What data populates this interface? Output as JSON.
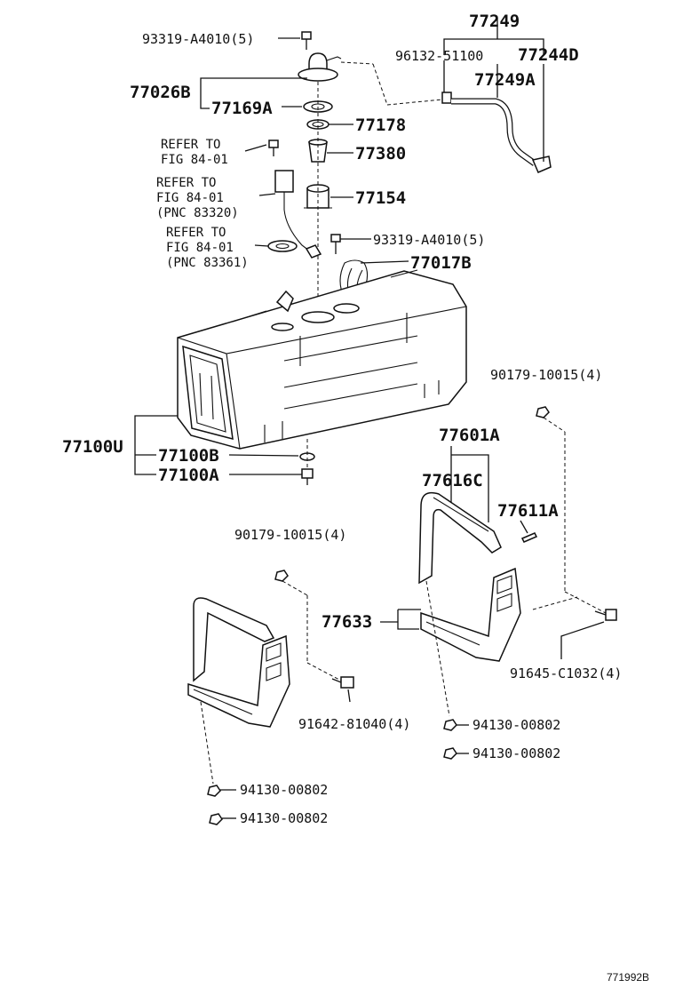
{
  "diagram_id": "771992B",
  "labels": {
    "p77249": "77249",
    "p93319_top": "93319-A4010(5)",
    "p96132": "96132-51100",
    "p77244D": "77244D",
    "p77249A": "77249A",
    "p77026B": "77026B",
    "p77169A": "77169A",
    "p77178": "77178",
    "p77380": "77380",
    "p77154": "77154",
    "ref1_line1": "REFER TO",
    "ref1_line2": "FIG 84-01",
    "ref2_line1": "REFER TO",
    "ref2_line2": "FIG  84-01",
    "ref2_line3": "(PNC 83320)",
    "ref3_line1": "REFER TO",
    "ref3_line2": "FIG 84-01",
    "ref3_line3": "(PNC 83361)",
    "p93319_mid": "93319-A4010(5)",
    "p77017B": "77017B",
    "p90179_right": "90179-10015(4)",
    "p77100U": "77100U",
    "p77100B": "77100B",
    "p77100A": "77100A",
    "p77601A": "77601A",
    "p77616C": "77616C",
    "p77611A": "77611A",
    "p90179_left": "90179-10015(4)",
    "p77633": "77633",
    "p91645": "91645-C1032(4)",
    "p91642": "91642-81040(4)",
    "p94130_r1": "94130-00802",
    "p94130_r2": "94130-00802",
    "p94130_l1": "94130-00802",
    "p94130_l2": "94130-00802"
  }
}
